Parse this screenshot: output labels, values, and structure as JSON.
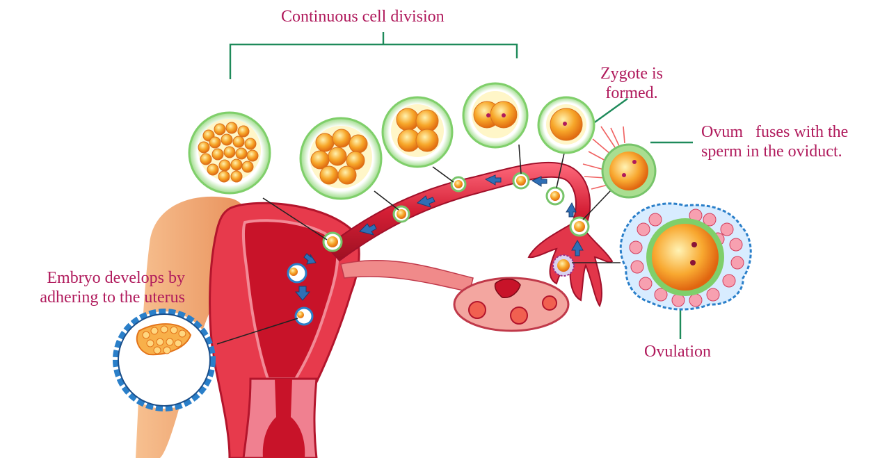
{
  "labels": {
    "continuous_division": "Continuous cell division",
    "zygote_line1": "Zygote is",
    "zygote_line2": "formed.",
    "fuse_line1": "Ovum   fuses with the",
    "fuse_line2": "sperm in the oviduct.",
    "embryo_line1": "Embryo develops by",
    "embryo_line2": "adhering to the uterus",
    "ovulation": "Ovulation"
  },
  "colors": {
    "label_text": "#b01a5c",
    "leader_line": "#1e8a5a",
    "pointer_line": "#222222",
    "tube_red": "#d8263a",
    "tissue_pink": "#f2a0a0",
    "cell_orange": "#f4a020",
    "membrane_green": "#8dd07a",
    "embryo_blue": "#2a7fc9",
    "arrow_blue": "#2f6fb5"
  }
}
